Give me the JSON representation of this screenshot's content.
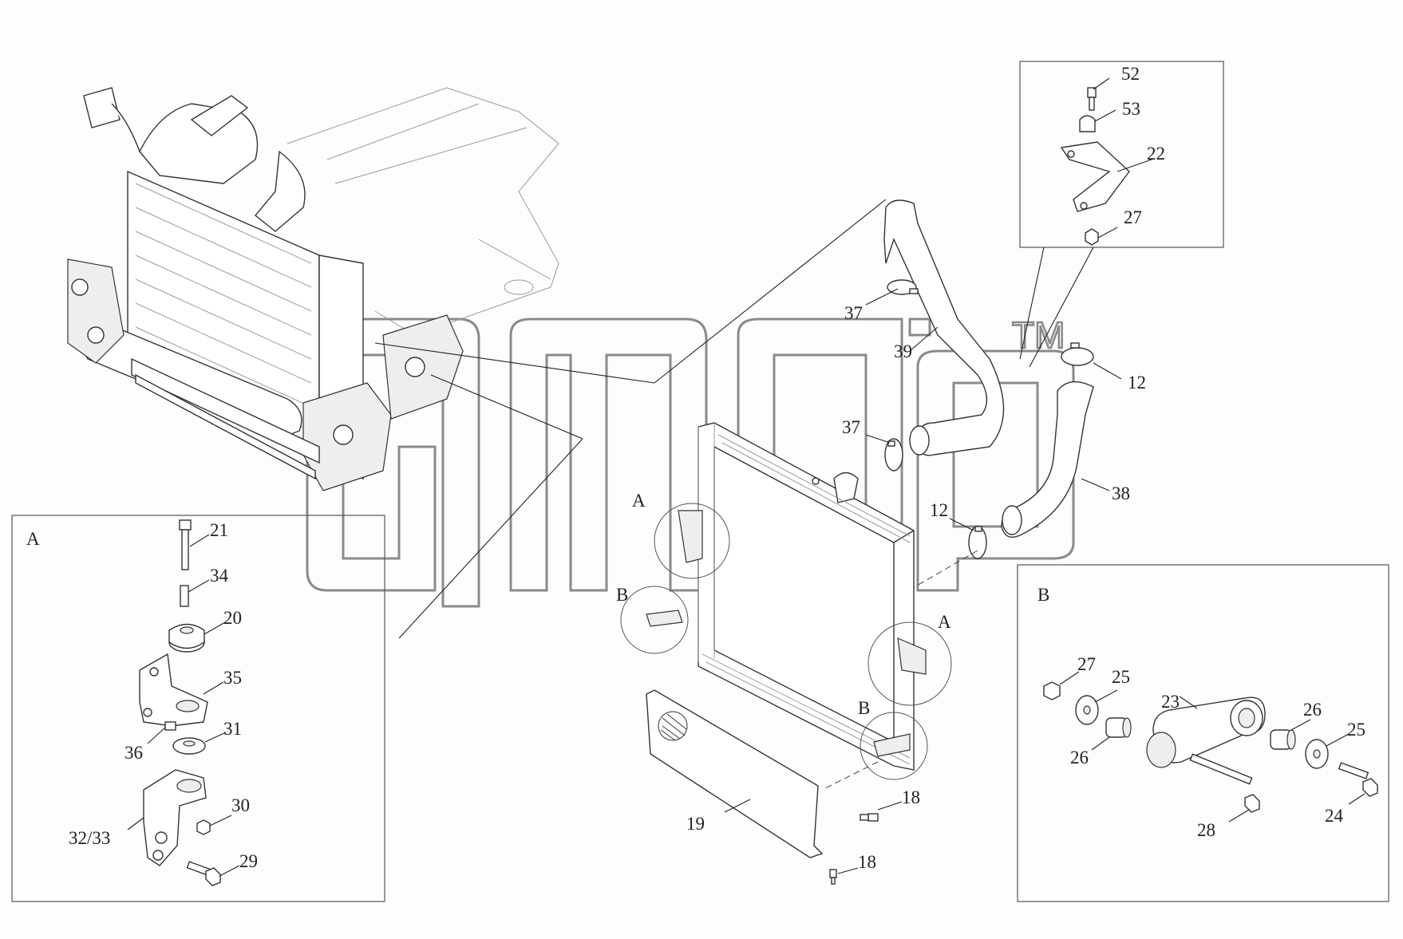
{
  "trademark": "TM",
  "detail_labels": {
    "a_box": "A",
    "b_box": "B",
    "a_callout_left": "A",
    "b_callout_left": "B",
    "a_callout_right": "A",
    "b_callout_right": "B"
  },
  "parts": {
    "p52": "52",
    "p53": "53",
    "p22": "22",
    "p27_top": "27",
    "p37_upper": "37",
    "p39": "39",
    "p12_upper": "12",
    "p37_lower": "37",
    "p38": "38",
    "p12_lower": "12",
    "p18_upper": "18",
    "p18_lower": "18",
    "p19": "19",
    "p21": "21",
    "p34": "34",
    "p20": "20",
    "p35": "35",
    "p36": "36",
    "p31": "31",
    "p30": "30",
    "p32_33": "32/33",
    "p29": "29",
    "p27_b": "27",
    "p25_left": "25",
    "p23": "23",
    "p26_right": "26",
    "p25_right": "25",
    "p26_left": "26",
    "p28": "28",
    "p24": "24"
  }
}
